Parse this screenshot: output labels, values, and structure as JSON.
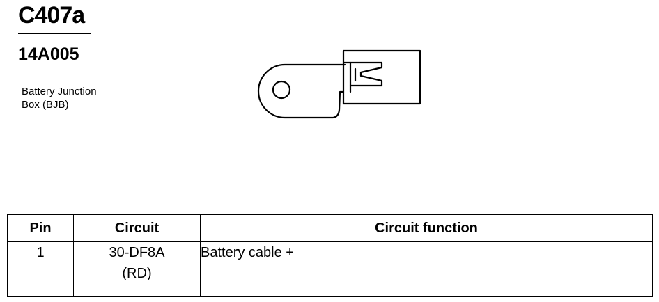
{
  "connector": {
    "id": "C407a",
    "part_number": "14A005",
    "location_lines": [
      "Battery Junction",
      "Box (BJB)"
    ]
  },
  "pinout": {
    "headers": {
      "pin": "Pin",
      "circuit": "Circuit",
      "function": "Circuit function"
    },
    "rows": [
      {
        "pin": "1",
        "circuit_lines": [
          "30-DF8A",
          "(RD)"
        ],
        "function": "Battery cable +"
      }
    ]
  }
}
